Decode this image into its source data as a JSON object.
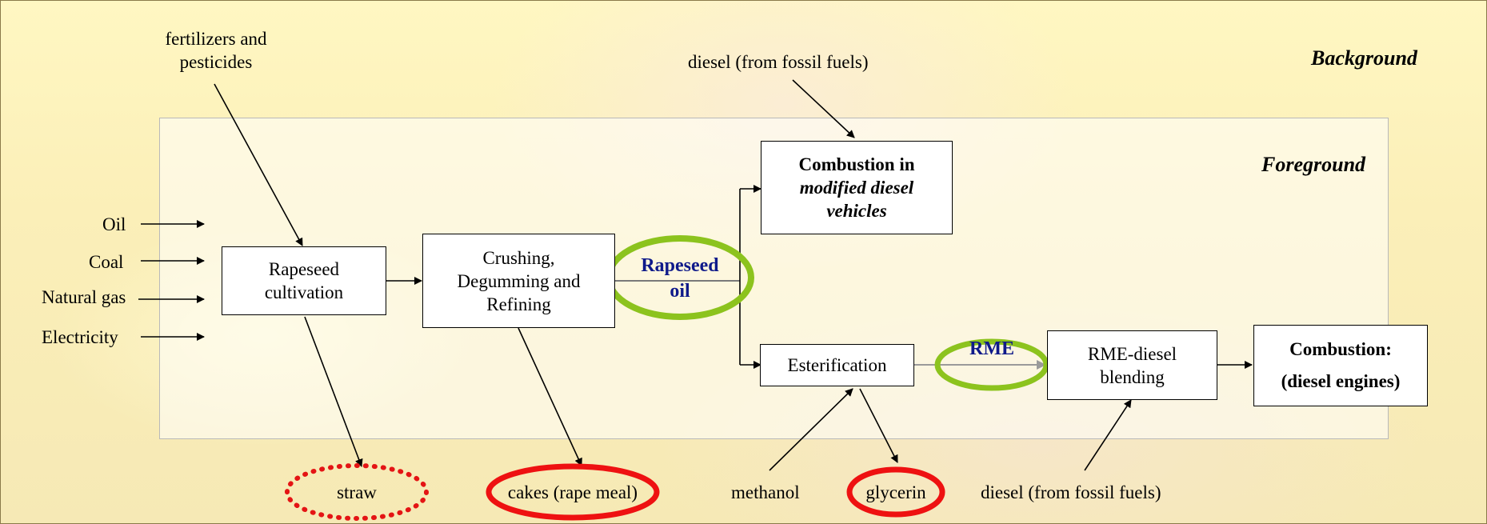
{
  "regions": {
    "background": "Background",
    "foreground": "Foreground"
  },
  "inputs": {
    "fertilizers": [
      "fertilizers and",
      "pesticides"
    ],
    "diesel_top": "diesel (from fossil fuels)",
    "oil": "Oil",
    "coal": "Coal",
    "natural_gas": "Natural gas",
    "electricity": "Electricity",
    "methanol": "methanol",
    "diesel_bottom": "diesel (from fossil fuels)"
  },
  "processes": {
    "cultivation": [
      "Rapeseed",
      "cultivation"
    ],
    "crushing": [
      "Crushing,",
      "Degumming and",
      "Refining"
    ],
    "combustion_modified": {
      "line1": "Combustion in",
      "line2": "modified diesel",
      "line3": "vehicles"
    },
    "esterification": "Esterification",
    "blending": [
      "RME-diesel",
      "blending"
    ],
    "combustion_engines": [
      "Combustion:",
      "(diesel engines)"
    ]
  },
  "products": {
    "rapeseed_oil": [
      "Rapeseed",
      "oil"
    ],
    "rme": "RME"
  },
  "by_products": {
    "straw": "straw",
    "cakes": "cakes (rape meal)",
    "glycerin": "glycerin"
  },
  "colors": {
    "main_product_highlight": "#8cc31e",
    "by_product_highlight": "#ee1111",
    "product_text": "#0f1a8a"
  }
}
